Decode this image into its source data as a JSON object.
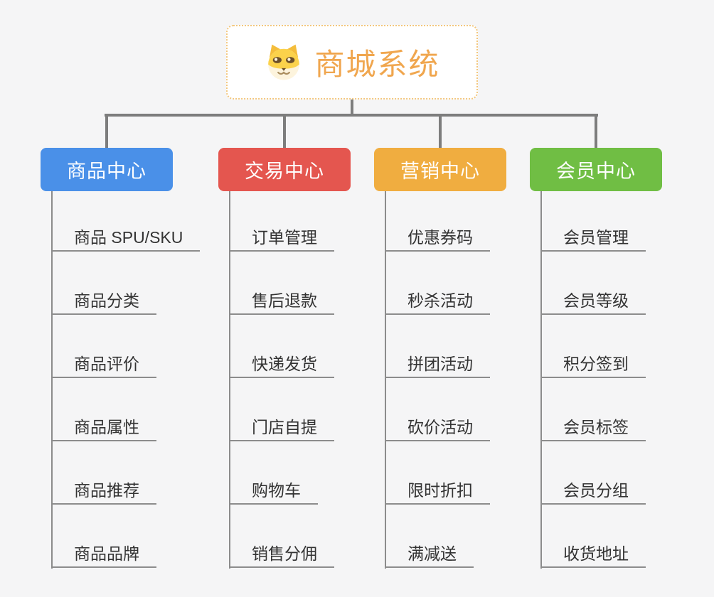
{
  "page": {
    "background_color": "#f5f5f6",
    "connector_color": "#7d7d7d",
    "branch_line_color": "#8c8c8c",
    "item_text_color": "#333333"
  },
  "root": {
    "title": "商城系统",
    "icon": "dog-face-icon",
    "text_color": "#f0a64e",
    "border_color": "#f3c77e",
    "background_color": "#ffffff"
  },
  "branches": [
    {
      "label": "商品中心",
      "color": "#4a90e8",
      "children": [
        "商品 SPU/SKU",
        "商品分类",
        "商品评价",
        "商品属性",
        "商品推荐",
        "商品品牌"
      ]
    },
    {
      "label": "交易中心",
      "color": "#e4564f",
      "children": [
        "订单管理",
        "售后退款",
        "快递发货",
        "门店自提",
        "购物车",
        "销售分佣"
      ]
    },
    {
      "label": "营销中心",
      "color": "#f0ad40",
      "children": [
        "优惠券码",
        "秒杀活动",
        "拼团活动",
        "砍价活动",
        "限时折扣",
        "满减送"
      ]
    },
    {
      "label": "会员中心",
      "color": "#70be44",
      "children": [
        "会员管理",
        "会员等级",
        "积分签到",
        "会员标签",
        "会员分组",
        "收货地址"
      ]
    }
  ]
}
